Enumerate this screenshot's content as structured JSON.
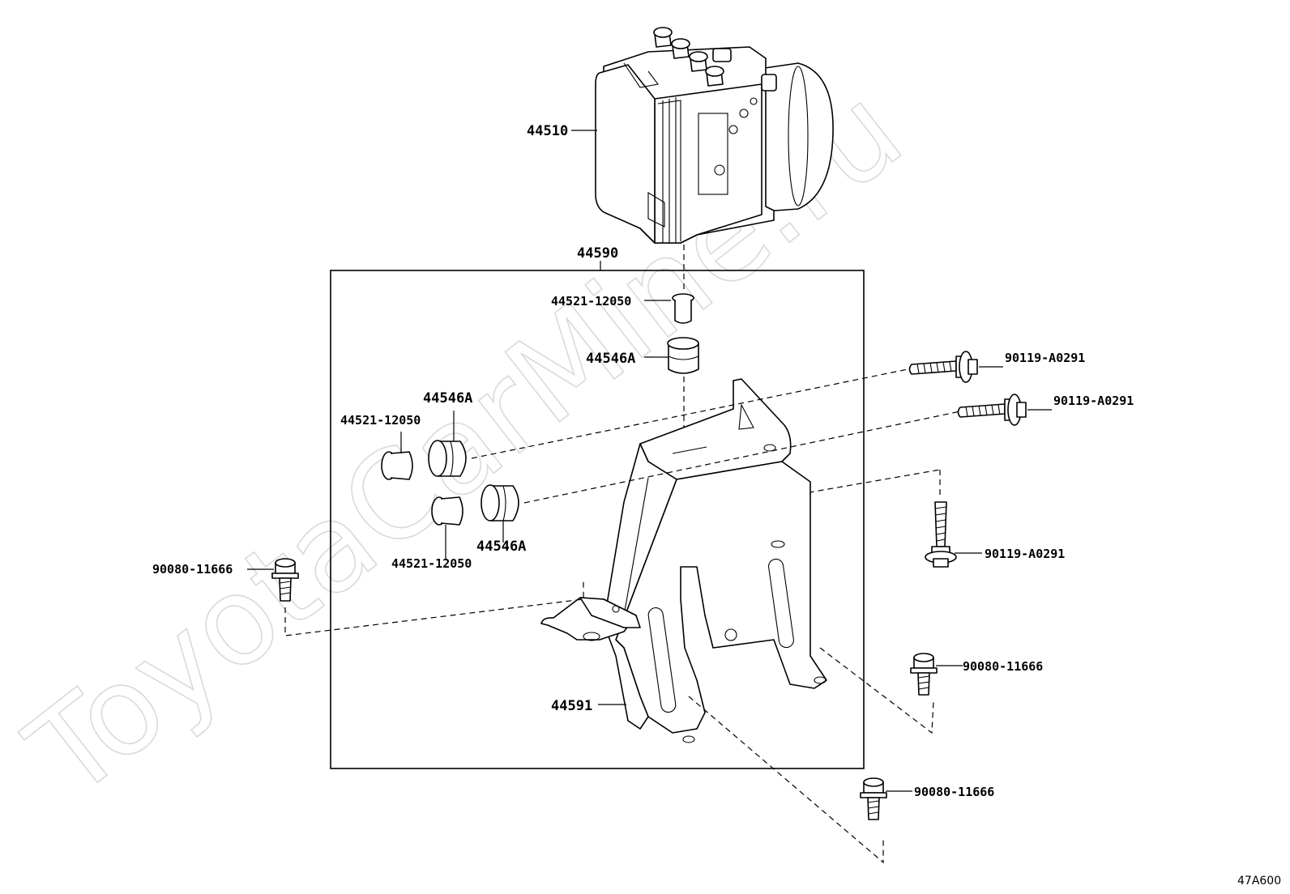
{
  "watermark": "ToyotaCarMine.ru",
  "diagram_code": "47A600",
  "labels": {
    "actuator": "44510",
    "bracket_assy": "44590",
    "bracket": "44591",
    "collar_top": "44521-12050",
    "collar_left": "44521-12050",
    "collar_bottom": "44521-12050",
    "cushion_top": "44546A",
    "cushion_left": "44546A",
    "cushion_bottom": "44546A",
    "bolt_upper_1": "90119-A0291",
    "bolt_upper_2": "90119-A0291",
    "bolt_right": "90119-A0291",
    "bolt_left": "90080-11666",
    "bolt_lower_right": "90080-11666",
    "bolt_bottom": "90080-11666"
  },
  "colors": {
    "line": "#000000",
    "watermark": "#d9d9d9",
    "background": "#ffffff"
  }
}
